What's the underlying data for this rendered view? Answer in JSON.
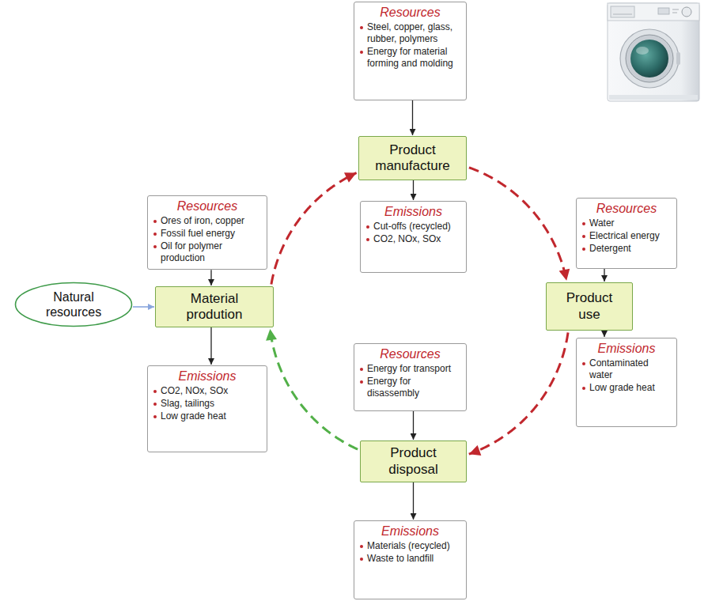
{
  "diagram": {
    "nodes": [
      {
        "text": [
          "Resources",
          "Steel, copper, glass, rubber, polymers",
          "Energy for material forming and molding"
        ]
      },
      {
        "text": [
          "Product manufacture"
        ]
      },
      {
        "text": [
          "Emissions",
          "Cut-offs (recycled)",
          "CO2, NOx, SOx"
        ]
      },
      {
        "text": [
          "Resources",
          "Ores of iron, copper",
          "Fossil fuel energy",
          "Oil for polymer production"
        ]
      },
      {
        "text": [
          "Resources",
          "Water",
          "Electrical energy",
          "Detergent"
        ]
      },
      {
        "text": [
          "Natural resources"
        ]
      },
      {
        "text": [
          "Material prodution"
        ]
      },
      {
        "text": [
          "Product use"
        ]
      },
      {
        "text": [
          "Resources",
          "Energy for transport",
          "Energy for disassembly"
        ]
      },
      {
        "text": [
          "Emissions",
          "CO2, NOx, SOx",
          "Slag, tailings",
          "Low grade heat"
        ]
      },
      {
        "text": [
          "Emissions",
          "Contaminated water",
          "Low grade heat"
        ]
      },
      {
        "text": [
          "Product disposal"
        ]
      },
      {
        "text": [
          "Emissions",
          "Materials (recycled)",
          "Waste to landfill"
        ]
      }
    ],
    "edges": [
      {
        "from": 0,
        "to": 1,
        "arrow": "to"
      },
      {
        "from": 1,
        "to": 2,
        "arrow": "to"
      },
      {
        "from": 3,
        "to": 6,
        "arrow": "to"
      },
      {
        "from": 5,
        "to": 6,
        "arrow": "to"
      },
      {
        "from": 4,
        "to": 7,
        "arrow": "to"
      },
      {
        "from": 6,
        "to": 9,
        "arrow": "to"
      },
      {
        "from": 7,
        "to": 10,
        "arrow": "to"
      },
      {
        "from": 8,
        "to": 11,
        "arrow": "to"
      },
      {
        "from": 11,
        "to": 12,
        "arrow": "to"
      },
      {
        "from": 6,
        "to": 1,
        "arrow": "to"
      },
      {
        "from": 1,
        "to": 7,
        "arrow": "to"
      },
      {
        "from": 7,
        "to": 11,
        "arrow": "to"
      },
      {
        "from": 11,
        "to": 6,
        "arrow": "to"
      }
    ]
  }
}
